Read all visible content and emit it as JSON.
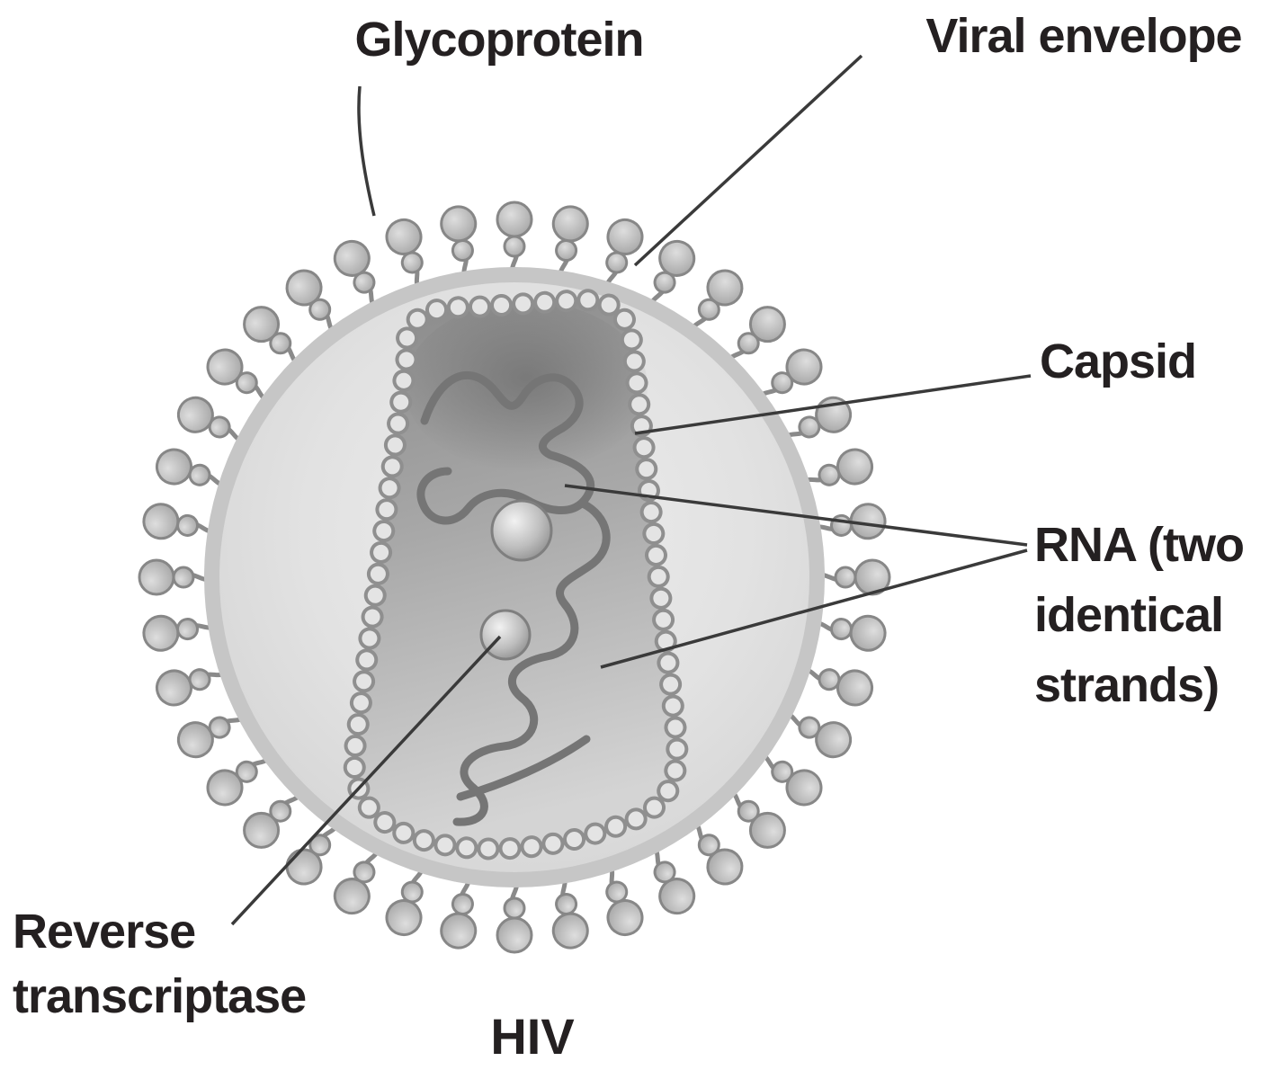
{
  "figure": {
    "subject": "HIV virus structure diagram"
  },
  "labels": {
    "glycoprotein": "Glycoprotein",
    "viral_envelope": "Viral envelope",
    "capsid": "Capsid",
    "rna": [
      "RNA (two",
      "identical",
      "strands)"
    ],
    "reverse_transcriptase": [
      "Reverse",
      "transcriptase"
    ],
    "hiv": "HIV"
  },
  "colors": {
    "background": "#ffffff",
    "envelope_rim": "#c6c6c6",
    "envelope_fill": "#e3e3e3",
    "spike_fill": "#bdbdbd",
    "spike_outline": "#8a8a8a",
    "capsid_dark": "#868686",
    "capsid_light": "#d2d2d2",
    "bead_outline": "#8f8f8f",
    "bead_fill": "#e4e4e4",
    "rna_strand": "#757575",
    "pointer_line": "#3a3a3a",
    "text": "#242021"
  }
}
